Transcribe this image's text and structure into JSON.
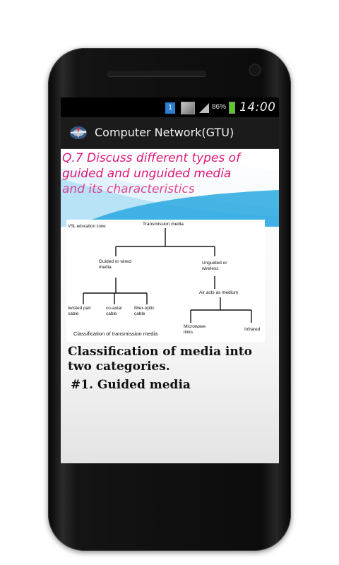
{
  "status_bar": {
    "notification_count": "1",
    "battery_percent": "86%",
    "time": "14:00"
  },
  "action_bar": {
    "title": "Computer Network(GTU)",
    "app_icon": "airplane-logo-icon"
  },
  "hero": {
    "question": "Q.7 Discuss different types of guided and unguided media",
    "question_cutoff": "and its characteristics"
  },
  "diagram": {
    "watermark": "VSL education zone",
    "root": "Transmission media",
    "guided": "Guided or wired media",
    "unguided": "Unguided or wireless",
    "air": "Air   acts as medium",
    "twisted_pair": "twisted pair cable",
    "coaxial": "co-axial cable",
    "fiber": "fiber-optic cable",
    "microwave": "Microwave links",
    "infrared": "Infrared",
    "caption": "Classification of transmission media"
  },
  "body": {
    "summary": "Classification of media into two categories.",
    "next_heading_cut": "#1. Guided media"
  },
  "colors": {
    "question": "#e0187a",
    "swoosh": "#29a8e0",
    "battery": "#5cc62c",
    "notification": "#2a7fd0"
  }
}
